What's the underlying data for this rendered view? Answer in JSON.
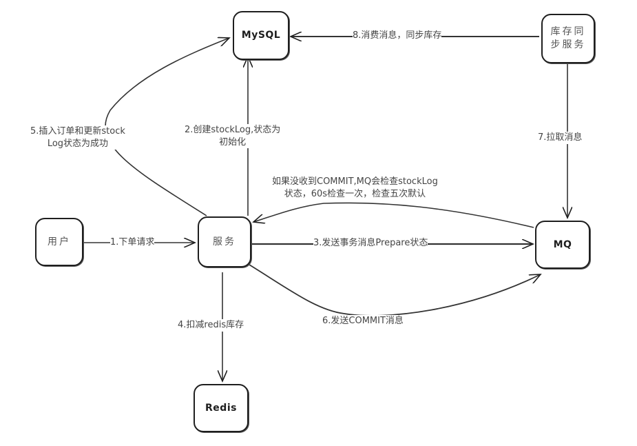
{
  "nodes": {
    "mysql": "MySQL",
    "stock_sync": [
      "库存同",
      "步服务"
    ],
    "user": "用户",
    "service": "服务",
    "mq": "MQ",
    "redis": "Redis"
  },
  "edges": {
    "e1": "1.下单请求",
    "e2": [
      "2.创建stockLog,状态为",
      "初始化"
    ],
    "e3": "3.发送事务消息Prepare状态",
    "e4": "4.扣减redis库存",
    "e5": [
      "5.插入订单和更新stock",
      "Log状态为成功"
    ],
    "e6": "6.发送COMMIT消息",
    "e7": "7.拉取消息",
    "e8": "8.消费消息，同步库存",
    "check": [
      "如果没收到COMMIT,MQ会检查stockLog",
      "状态，60s检查一次，检查五次默认"
    ]
  }
}
